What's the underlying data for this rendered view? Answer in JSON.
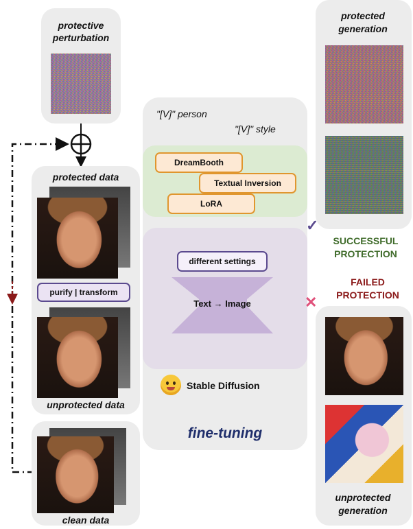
{
  "left": {
    "perturbation_label": "protective perturbation",
    "protected_label": "protected data",
    "purify_label": "purify | transform",
    "unprotected_label": "unprotected data",
    "clean_label": "clean data"
  },
  "center": {
    "v_person": "\"[V]\" person",
    "v_style": "\"[V]\" style",
    "methods": [
      "DreamBooth",
      "Textual Inversion",
      "LoRA"
    ],
    "settings_label": "different settings",
    "model_label": "Text → Image",
    "sd_label": "Stable Diffusion",
    "finetune_label": "fine-tuning"
  },
  "right": {
    "protected_gen_label": "protected generation",
    "success_label": "SUCCESSFUL PROTECTION",
    "failed_label": "FAILED PROTECTION",
    "unprotected_gen_label": "unprotected generation",
    "check_glyph": "✓",
    "cross_glyph": "✕"
  },
  "colors": {
    "green": "#3f6b2a",
    "darkred": "#8b1a1a",
    "purple": "#5b4a8f",
    "navy": "#1f2e6b",
    "pink": "#e0507a"
  }
}
